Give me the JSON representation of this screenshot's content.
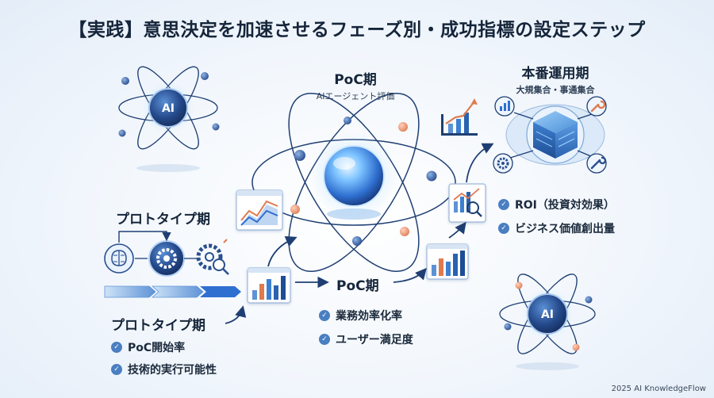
{
  "title": "【実践】意思決定を加速させるフェーズ別・成功指標の設定ステップ",
  "ai_label": "AI",
  "poc_top": {
    "title": "PoC期",
    "subtitle": "AIエージェント評価"
  },
  "production": {
    "title": "本番運用期",
    "subtitle": "大規集合・事通集合",
    "metrics": [
      "ROI（投資対効果）",
      "ビジネス価値創出量"
    ]
  },
  "prototype_upper": {
    "title": "プロトタイプ期"
  },
  "prototype_lower": {
    "title": "プロトタイプ期",
    "metrics": [
      "PoC開始率",
      "技術的実行可能性"
    ]
  },
  "poc_mid": {
    "title": "PoC期",
    "metrics": [
      "業務効率化率",
      "ユーザー満足度"
    ]
  },
  "check_icon": "check-icon",
  "footer": "2025 AI KnowledgeFlow",
  "colors": {
    "accent": "#2f6fd0",
    "dark_blue": "#1f3f73",
    "node_orange": "#f2a07b",
    "node_blue": "#2e5a9c"
  }
}
